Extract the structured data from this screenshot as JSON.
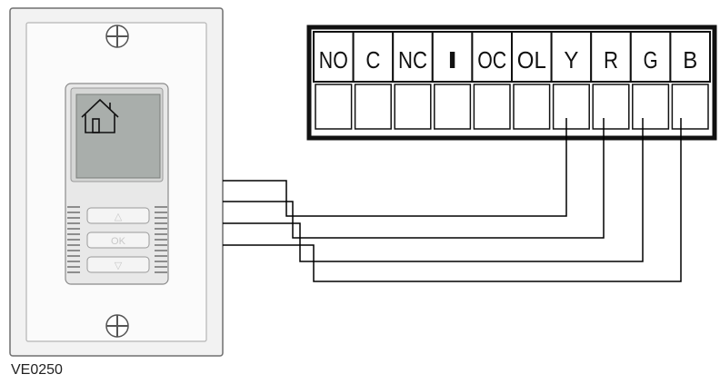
{
  "model_label": "VE0250",
  "device": {
    "screen_icon": "house-outline-icon",
    "buttons": [
      {
        "id": "up",
        "label": "△",
        "icon": "up-arrow-icon"
      },
      {
        "id": "ok",
        "label": "OK",
        "icon": ""
      },
      {
        "id": "down",
        "label": "▽",
        "icon": "down-arrow-icon"
      }
    ],
    "colors": {
      "plate": "#f2f2f2",
      "screen": "#a9aeab",
      "frame": "#e8e8e8"
    }
  },
  "terminal_block": {
    "terminals": [
      "NO",
      "C",
      "NC",
      "I",
      "OC",
      "OL",
      "Y",
      "R",
      "G",
      "B"
    ],
    "colors": {
      "border": "#111111",
      "fill": "#ffffff"
    }
  },
  "wiring": {
    "connected_terminals": [
      "Y",
      "R",
      "G",
      "B"
    ],
    "wire_color": "#000000"
  }
}
